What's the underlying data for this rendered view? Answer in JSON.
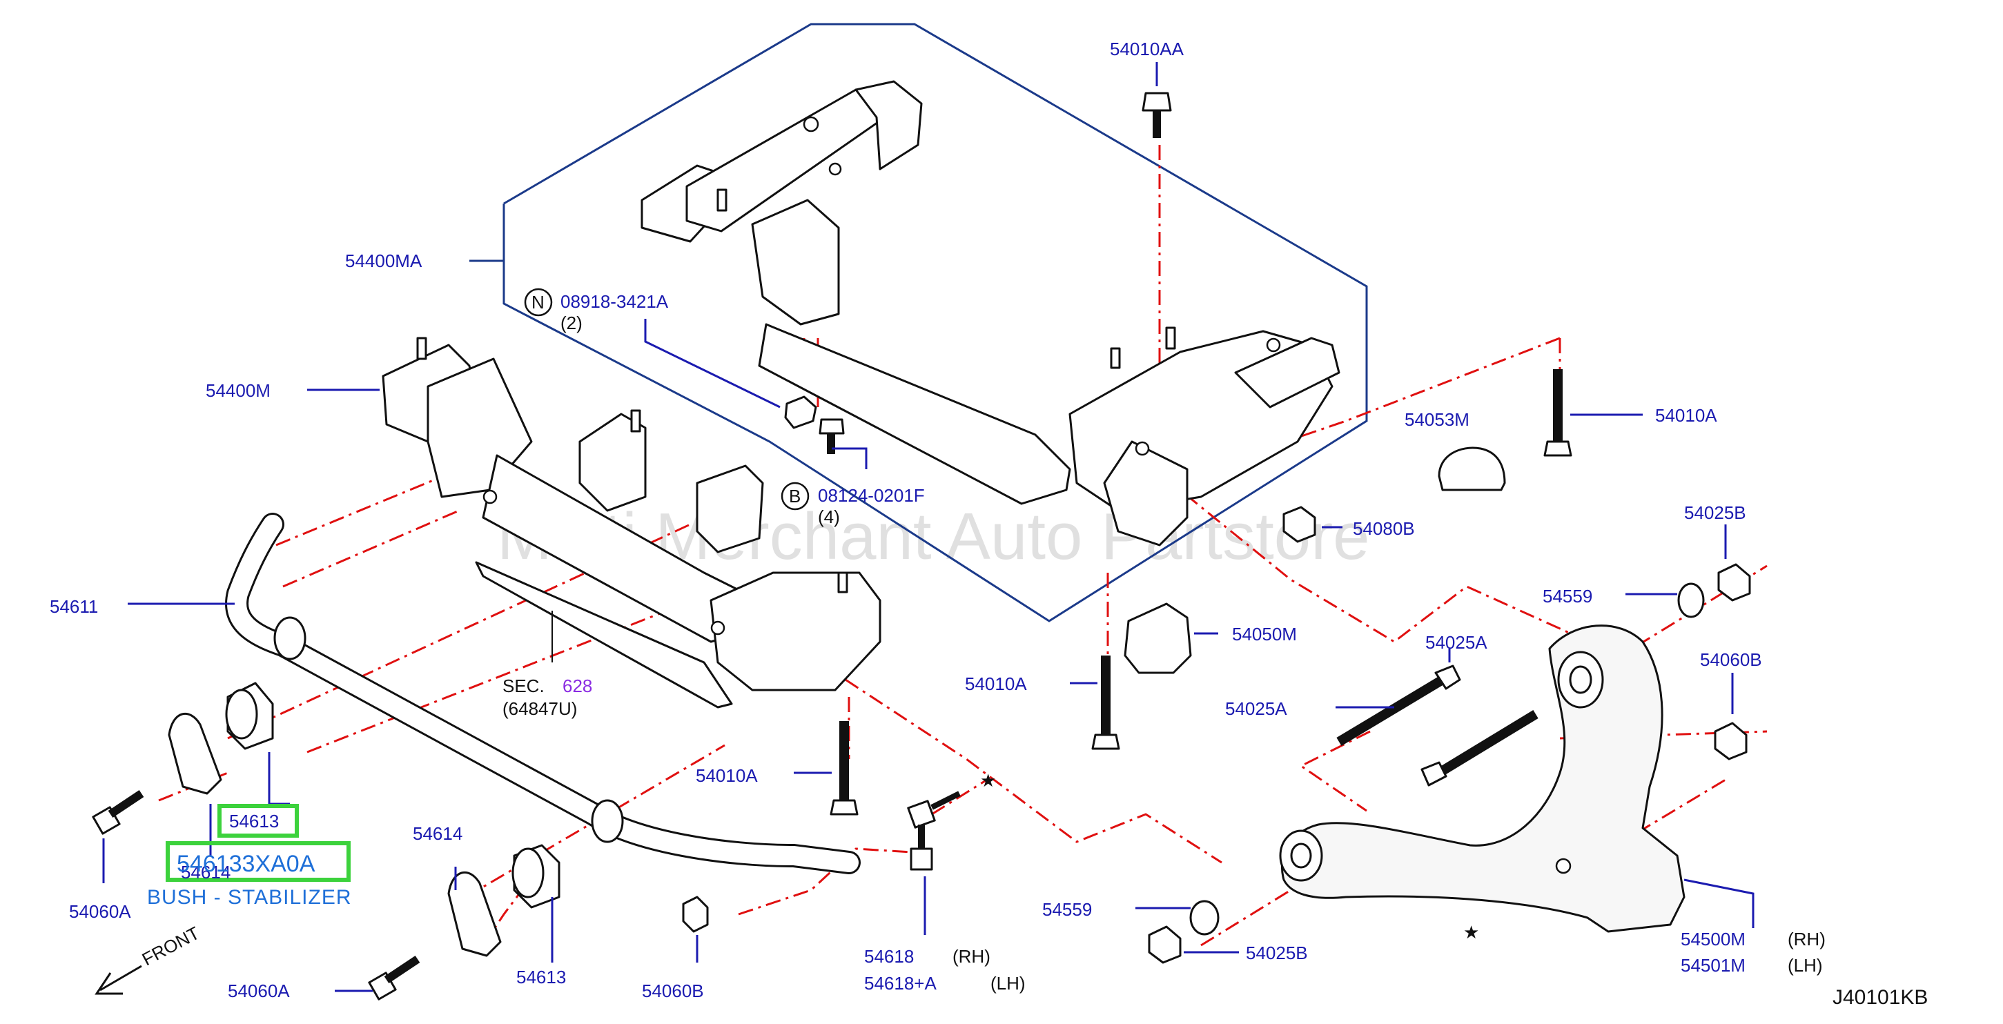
{
  "diagram_code": "J40101KB",
  "watermark": "Multi Merchant Auto Partstore",
  "front_label": "FRONT",
  "star": "★",
  "highlight": {
    "part_number": "546133XA0A",
    "description": "BUSH - STABILIZER",
    "overlapped_label": "54614"
  },
  "callouts": {
    "c_54010AA": "54010AA",
    "c_54400MA": "54400MA",
    "n_symbol": "N",
    "c_08918": "08918-3421A",
    "q_08918": "(2)",
    "c_54400M": "54400M",
    "b_symbol": "B",
    "c_08124": "08124-0201F",
    "q_08124": "(4)",
    "c_54053M": "54053M",
    "c_54010A_r": "54010A",
    "c_54080B": "54080B",
    "c_54025B_top": "54025B",
    "c_54559_top": "54559",
    "c_54611": "54611",
    "c_sec": "SEC.",
    "c_sec_num": "628",
    "c_sec_sub": "(64847U)",
    "c_54050M": "54050M",
    "c_54025A_1": "54025A",
    "c_54060B_r": "54060B",
    "c_54010A_mid": "54010A",
    "c_54025A_2": "54025A",
    "c_54010A_low": "54010A",
    "c_54613_boxed": "54613",
    "c_54614": "54614",
    "c_54060A_l": "54060A",
    "c_54559_bot": "54559",
    "c_54613_low": "54613",
    "c_54618": "54618",
    "c_54618_rh": "(RH)",
    "c_54618A": "54618+A",
    "c_54618_lh": "(LH)",
    "c_54060B_low": "54060B",
    "c_54060A_low": "54060A",
    "c_54025B_bot": "54025B",
    "c_54500M": "54500M",
    "c_54500M_rh": "(RH)",
    "c_54501M": "54501M",
    "c_54501M_lh": "(LH)"
  },
  "colors": {
    "callout_text": "#1b1bb0",
    "centerline": "#e01010",
    "highlight_box": "#3cd23c",
    "highlight_text": "#1e6fd8"
  }
}
